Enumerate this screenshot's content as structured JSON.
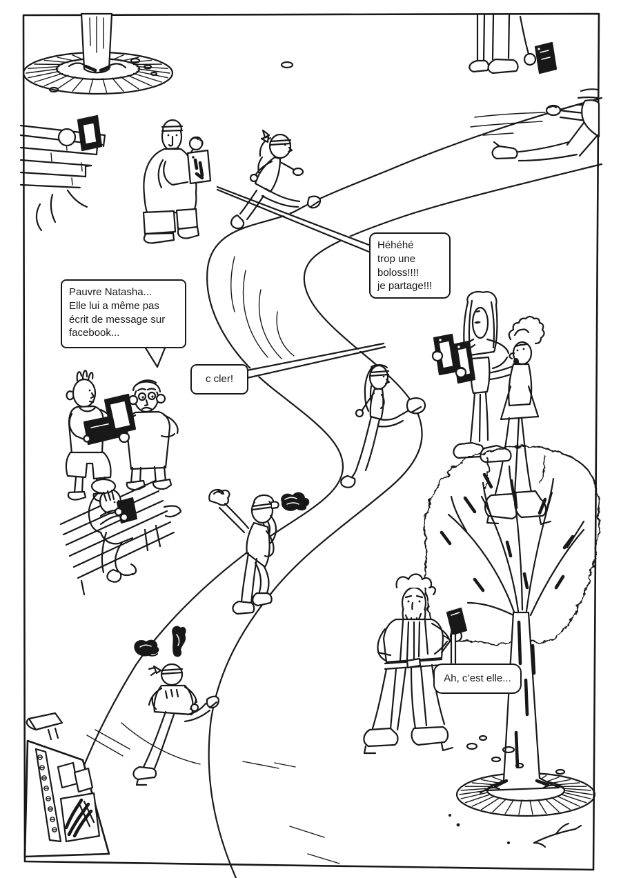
{
  "panel": {
    "background_color": "#ffffff",
    "ink_color": "#181818"
  },
  "speech_bubbles": {
    "natasha": {
      "line1": "Pauvre Natasha...",
      "line2": "Elle lui a même pas",
      "line3": "écrit de message sur",
      "line4": "facebook..."
    },
    "hehehe": {
      "line1": "Héhéhé",
      "line2": "trop une",
      "line3": "boloss!!!!",
      "line4": "je partage!!!"
    },
    "c_cler": {
      "text": "c cler!"
    },
    "ah_cest_elle": {
      "text": "Ah, c’est elle..."
    }
  }
}
